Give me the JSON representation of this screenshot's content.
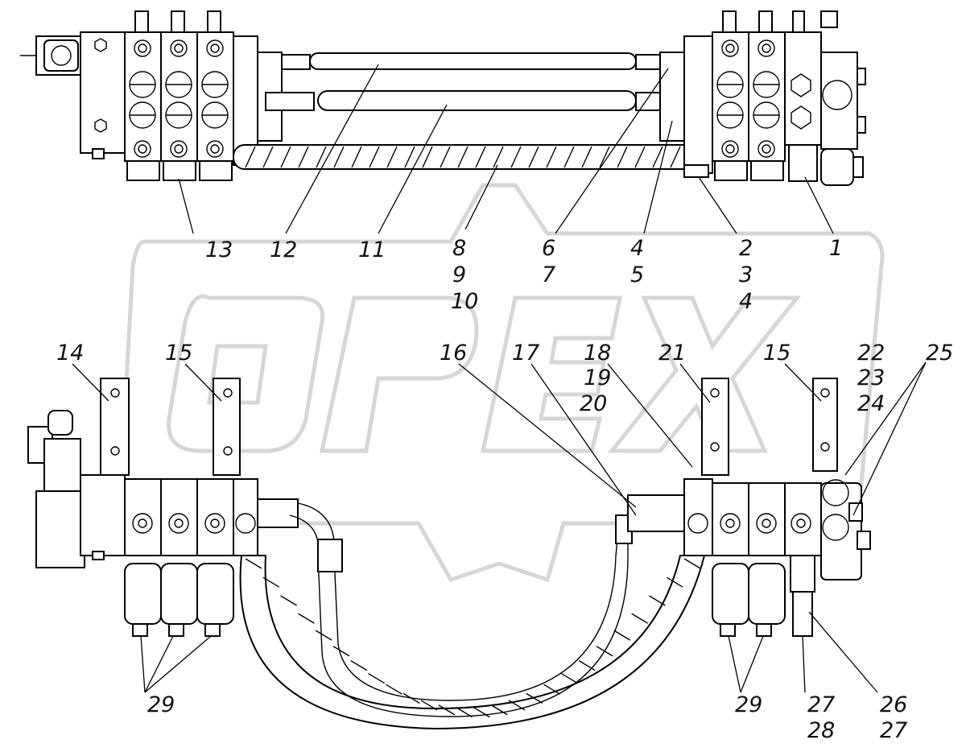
{
  "watermark": {
    "text": "OPEX"
  },
  "callouts": {
    "c13": "13",
    "c12": "12",
    "c11": "11",
    "c8": "8",
    "c9": "9",
    "c10": "10",
    "c6": "6",
    "c7": "7",
    "c4a": "4",
    "c5": "5",
    "c2": "2",
    "c3": "3",
    "c4b": "4",
    "c1": "1",
    "c14": "14",
    "c15a": "15",
    "c16": "16",
    "c17": "17",
    "c18": "18",
    "c19": "19",
    "c20": "20",
    "c21": "21",
    "c15b": "15",
    "c22": "22",
    "c23": "23",
    "c24": "24",
    "c25": "25",
    "c29a": "29",
    "c29b": "29",
    "c27a": "27",
    "c28": "28",
    "c26": "26",
    "c27b": "27"
  }
}
